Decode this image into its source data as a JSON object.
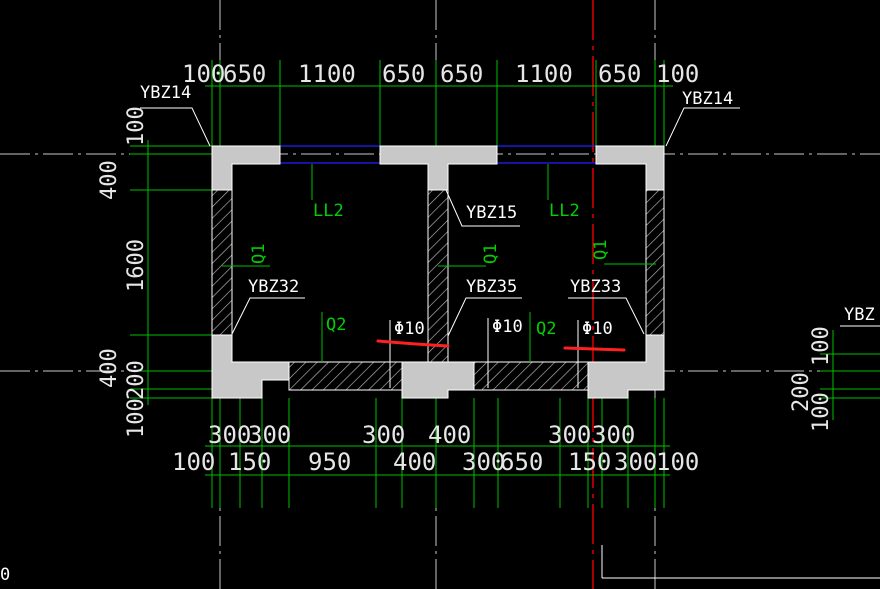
{
  "top_dims": [
    "100",
    "650",
    "1100",
    "650",
    "650",
    "1100",
    "650",
    "100"
  ],
  "bottom_dims_row1": [
    "300",
    "300",
    "300",
    "400",
    "300",
    "300"
  ],
  "bottom_dims_row2": [
    "100",
    "150",
    "950",
    "400",
    "300",
    "650",
    "150",
    "300",
    "100"
  ],
  "left_dims": [
    "100",
    "400",
    "1600",
    "400",
    "200",
    "100"
  ],
  "right_dims": [
    "200",
    "100",
    "100"
  ],
  "labels": {
    "ybz14_left": "YBZ14",
    "ybz14_right": "YBZ14",
    "ybz15": "YBZ15",
    "ybz32": "YBZ32",
    "ybz35": "YBZ35",
    "ybz33": "YBZ33",
    "ybz_far_right": "YBZ",
    "ll2_left": "LL2",
    "ll2_right": "LL2",
    "q1_left": "Q1",
    "q1_mid": "Q1",
    "q1_right": "Q1",
    "q2_left": "Q2",
    "q2_right": "Q2",
    "rebar_1": "Φ10",
    "rebar_2": "Φ10",
    "rebar_3": "Φ10",
    "corner_zero": "0"
  },
  "colors": {
    "background": "#000000",
    "dimension_line": "#00c000",
    "axis_line": "#e00000",
    "beam_line": "#2020ff",
    "concrete": "#c8c8c8",
    "annotation": "#ff2020"
  }
}
